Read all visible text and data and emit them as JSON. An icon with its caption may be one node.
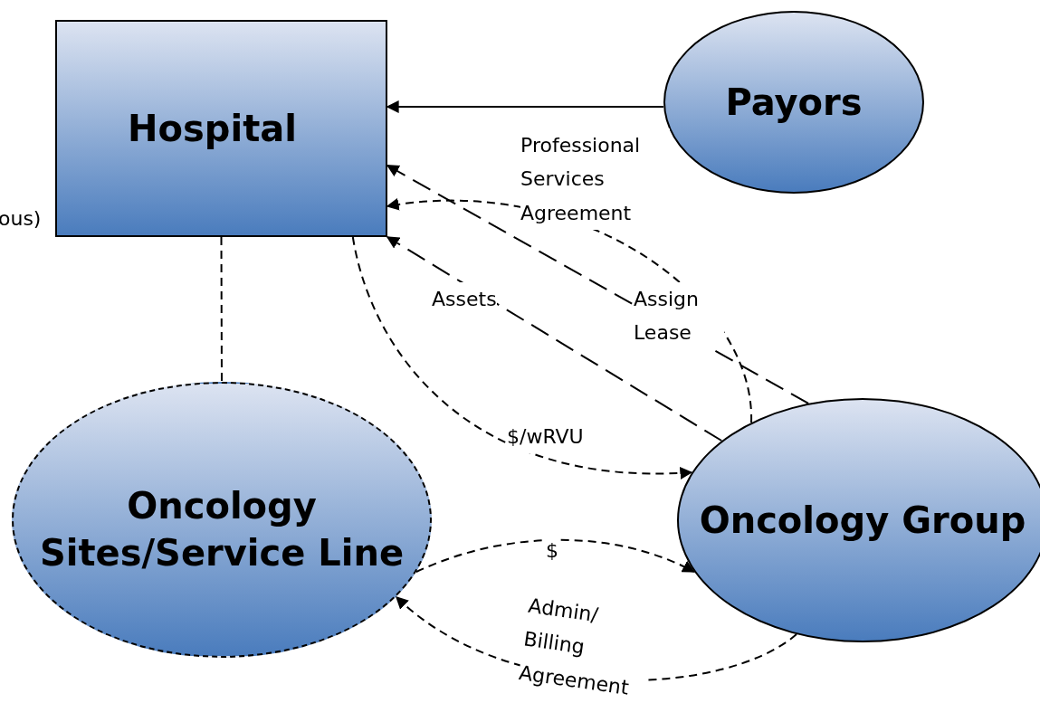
{
  "diagram": {
    "nodes": [
      {
        "text": [
          "Hospital"
        ]
      },
      {
        "text": [
          "Payors"
        ]
      },
      {
        "text": [
          "Oncology Sites/Service Line"
        ]
      },
      {
        "text": [
          "Oncology Group"
        ]
      }
    ],
    "edges": [
      {
        "from": 1,
        "to": 0,
        "arrow": "to"
      },
      {
        "from": 3,
        "to": 0,
        "arrow": "to",
        "label": "Assign Lease",
        "style": "dashed"
      },
      {
        "from": 3,
        "to": 0,
        "arrow": "to",
        "label": "Assets",
        "style": "dashed"
      },
      {
        "from": 3,
        "to": 0,
        "arrow": "to",
        "label": "Professional Services Agreement",
        "style": "dashed"
      },
      {
        "from": 0,
        "to": 3,
        "arrow": "to",
        "label": "$/wRVU",
        "style": "dashed"
      },
      {
        "from": 0,
        "to": 2,
        "arrow": "none",
        "style": "dashed"
      },
      {
        "from": 2,
        "to": 3,
        "arrow": "to",
        "label": "$",
        "style": "dashed"
      },
      {
        "from": 3,
        "to": 2,
        "arrow": "to",
        "label": "Admin/ Billing Agreement",
        "style": "dashed"
      }
    ],
    "labels": [
      "ous)"
    ]
  }
}
